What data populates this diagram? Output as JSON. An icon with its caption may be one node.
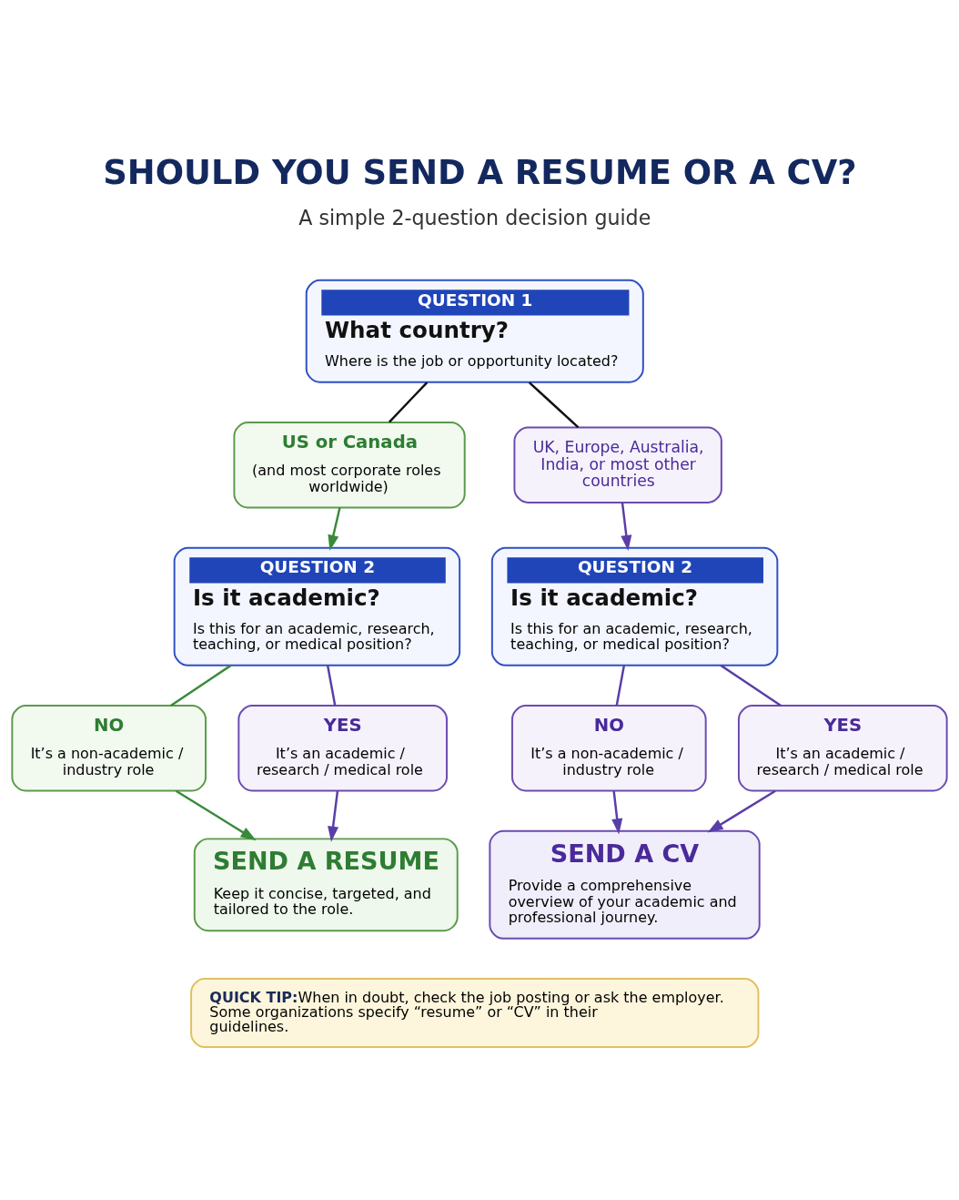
{
  "diagram": {
    "title": "SHOULD YOU SEND A RESUME OR A CV?",
    "nodes": [
      {
        "text": [
          "QUESTION 1",
          "What country?",
          "Where is the job or opportunity located?"
        ]
      },
      {
        "text": [
          "US or Canada",
          "(and most corporate roles worldwide)"
        ]
      },
      {
        "text": [
          "UK, Europe, Australia, India, or most other countries"
        ]
      },
      {
        "text": [
          "QUESTION 2",
          "Is it academic?",
          "Is this for an academic, research, teaching, or medical position?"
        ]
      },
      {
        "text": [
          "QUESTION 2",
          "Is it academic?",
          "Is this for an academic, research, teaching, or medical position?"
        ]
      },
      {
        "text": [
          "NO",
          "It’s a non-academic / industry role"
        ]
      },
      {
        "text": [
          "YES",
          "It’s an academic / research / medical role"
        ]
      },
      {
        "text": [
          "NO",
          "It’s a non-academic / industry role"
        ]
      },
      {
        "text": [
          "YES",
          "It’s an academic / research / medical role"
        ]
      },
      {
        "text": [
          "SEND A RESUME",
          "Keep it concise, targeted, and tailored to the role."
        ]
      },
      {
        "text": [
          "SEND A CV",
          "Provide a comprehensive overview of your academic and professional journey."
        ]
      },
      {
        "text": [
          "QUICK TIP:",
          "When in doubt, check the job posting or ask the employer. Some organizations specify “resume” or “CV” in their guidelines."
        ]
      }
    ],
    "edges": [
      {
        "from": 0,
        "to": 1,
        "arrow": "none",
        "color": "#111111"
      },
      {
        "from": 0,
        "to": 2,
        "arrow": "none",
        "color": "#111111"
      },
      {
        "from": 1,
        "to": 3,
        "arrow": "to",
        "color": "#3a8a3a"
      },
      {
        "from": 2,
        "to": 4,
        "arrow": "to"
      },
      {
        "from": 3,
        "to": 5,
        "arrow": "none",
        "color": "#3a8a3a"
      },
      {
        "from": 3,
        "to": 6,
        "arrow": "none"
      },
      {
        "from": 4,
        "to": 7,
        "arrow": "none"
      },
      {
        "from": 4,
        "to": 8,
        "arrow": "none"
      },
      {
        "from": 5,
        "to": 9,
        "arrow": "to",
        "color": "#3a8a3a"
      },
      {
        "from": 6,
        "to": 9,
        "arrow": "to"
      },
      {
        "from": 7,
        "to": 10,
        "arrow": "to"
      },
      {
        "from": 8,
        "to": 10,
        "arrow": "to"
      }
    ],
    "labels": [
      "A simple 2-question decision guide"
    ]
  }
}
